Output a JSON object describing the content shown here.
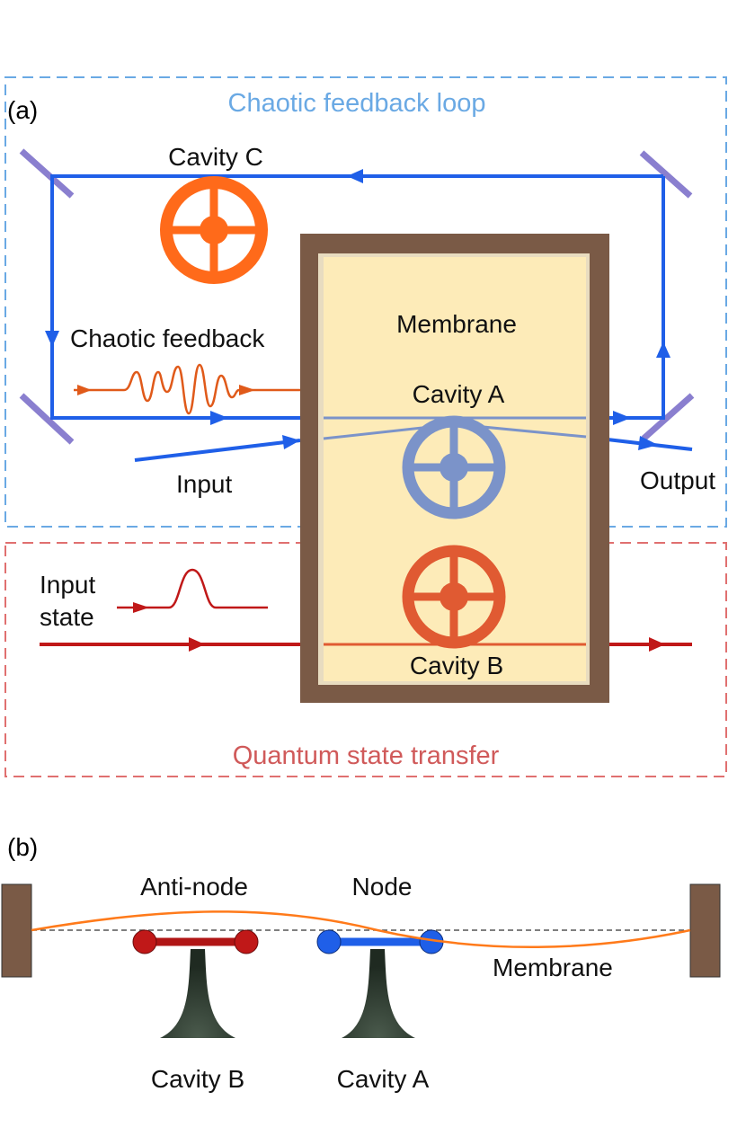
{
  "panel_a": {
    "label": "(a)",
    "feedback_loop_title": "Chaotic feedback loop",
    "state_transfer_title": "Quantum state transfer",
    "cavity_c_label": "Cavity C",
    "membrane_label": "Membrane",
    "cavity_a_label": "Cavity A",
    "cavity_b_label": "Cavity B",
    "chaotic_feedback_label": "Chaotic feedback",
    "input_label": "Input",
    "output_label": "Output",
    "input_state_label_line1": "Input",
    "input_state_label_line2": "state"
  },
  "panel_b": {
    "label": "(b)",
    "antinode_label": "Anti-node",
    "node_label": "Node",
    "membrane_label": "Membrane",
    "cavity_b_label": "Cavity B",
    "cavity_a_label": "Cavity A"
  },
  "colors": {
    "loop_blue": "#1f5fe8",
    "loop_box": "#6aa9e4",
    "transfer_box": "#e07070",
    "transfer_red": "#c01818",
    "cavity_orange": "#ff6a1a",
    "cavity_a_blue": "#7b93c9",
    "cavity_b_red": "#e05a32",
    "frame_brown": "#7a5a46",
    "membrane_fill": "#fdebb8",
    "mirror_purple": "#8a7fcf",
    "horn_dark": "#2a3a2c"
  }
}
